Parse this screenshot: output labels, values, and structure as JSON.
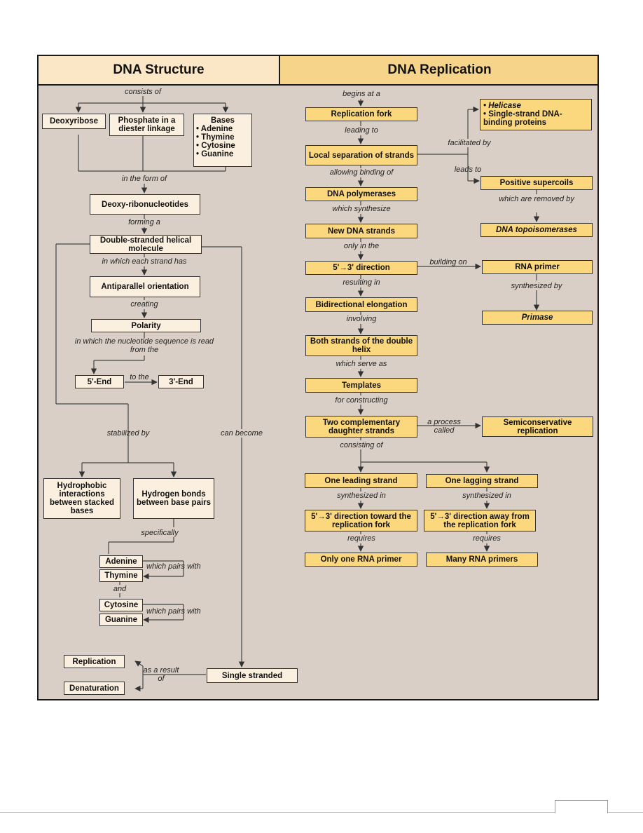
{
  "headers": {
    "left": "DNA Structure",
    "right": "DNA Replication"
  },
  "structure": {
    "consists_of": "consists of",
    "deoxyribose": "Deoxyribose",
    "phosphate": "Phosphate in a diester linkage",
    "bases_title": "Bases",
    "bases": [
      "Adenine",
      "Thymine",
      "Cytosine",
      "Guanine"
    ],
    "in_the_form_of": "in the form of",
    "deoxyribonucleotides": "Deoxy-ribonucleotides",
    "forming_a": "forming a",
    "double_stranded": "Double-stranded helical molecule",
    "in_which_each": "in which each strand has",
    "antiparallel": "Antiparallel orientation",
    "creating": "creating",
    "polarity": "Polarity",
    "read_from": "in which the nucleotide sequence is read from the",
    "five_end": "5'-End",
    "to_the": "to the",
    "three_end": "3'-End",
    "stabilized_by": "stabilized by",
    "can_become": "can become",
    "hydrophobic": "Hydrophobic interactions between stacked bases",
    "hydrogen": "Hydrogen bonds between base pairs",
    "specifically": "specifically",
    "adenine": "Adenine",
    "thymine": "Thymine",
    "which_pairs_1": "which pairs with",
    "and": "and",
    "cytosine": "Cytosine",
    "guanine": "Guanine",
    "which_pairs_2": "which pairs with",
    "replication": "Replication",
    "denaturation": "Denaturation",
    "as_a_result_of": "as a result of",
    "single_stranded": "Single stranded"
  },
  "replication": {
    "begins_at_a": "begins at a",
    "replication_fork": "Replication fork",
    "leading_to": "leading to",
    "local_separation": "Local separation of strands",
    "facilitated_by": "facilitated by",
    "helicase": "Helicase",
    "ssb": "Single-strand DNA-binding proteins",
    "leads_to": "leads to",
    "positive_supercoils": "Positive supercoils",
    "which_are_removed_by": "which are removed by",
    "dna_topoisomerases": "DNA topoisomerases",
    "allowing_binding_of": "allowing binding of",
    "dna_polymerases": "DNA polymerases",
    "which_synthesize": "which synthesize",
    "new_dna_strands": "New DNA strands",
    "only_in_the": "only in the",
    "direction": "5'→3' direction",
    "building_on": "building on",
    "rna_primer": "RNA primer",
    "synthesized_by": "synthesized by",
    "primase": "Primase",
    "resulting_in": "resulting in",
    "bidirectional": "Bidirectional elongation",
    "involving": "involving",
    "both_strands": "Both strands of the double helix",
    "which_serve_as": "which serve as",
    "templates": "Templates",
    "for_constructing": "for constructing",
    "two_complementary": "Two complementary daughter strands",
    "a_process_called": "a process called",
    "semiconservative": "Semiconservative replication",
    "consisting_of": "consisting of",
    "one_leading": "One leading strand",
    "one_lagging": "One lagging strand",
    "synthesized_in_1": "synthesized in",
    "synthesized_in_2": "synthesized in",
    "toward_fork": "5'→3' direction toward the replication fork",
    "away_fork": "5'→3' direction away from the replication fork",
    "requires_1": "requires",
    "requires_2": "requires",
    "only_one_primer": "Only one RNA primer",
    "many_primers": "Many RNA primers"
  }
}
